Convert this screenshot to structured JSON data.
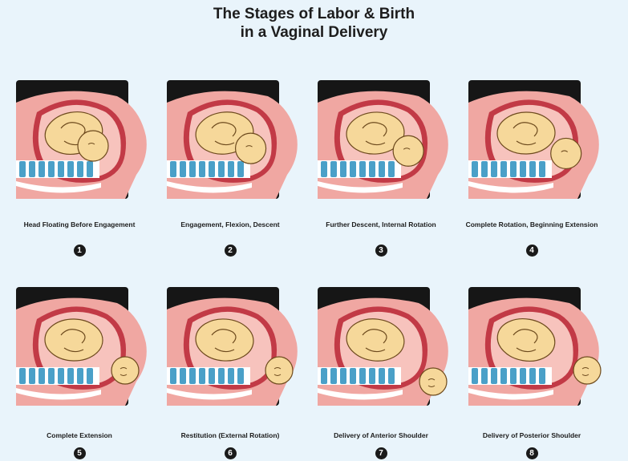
{
  "title": {
    "line1": "The Stages of Labor & Birth",
    "line2": "in a Vaginal Delivery"
  },
  "colors": {
    "background": "#e9f4fb",
    "frame": "#161616",
    "tissue": "#f0a7a2",
    "uterus_wall": "#c23a46",
    "fetus": "#f6d89a",
    "fetus_outline": "#6d4a1d",
    "spine": "#4aa0c8"
  },
  "stages": [
    {
      "number": "1",
      "caption": "Head Floating Before Engagement",
      "icon": "fetus-in-uterus-illustration"
    },
    {
      "number": "2",
      "caption": "Engagement, Flexion, Descent",
      "icon": "fetus-in-uterus-illustration"
    },
    {
      "number": "3",
      "caption": "Further Descent, Internal Rotation",
      "icon": "fetus-in-uterus-illustration"
    },
    {
      "number": "4",
      "caption": "Complete Rotation, Beginning Extension",
      "icon": "fetus-in-uterus-illustration"
    },
    {
      "number": "5",
      "caption": "Complete Extension",
      "icon": "fetus-crowning-illustration"
    },
    {
      "number": "6",
      "caption": "Restitution (External Rotation)",
      "icon": "fetus-head-delivered-illustration"
    },
    {
      "number": "7",
      "caption": "Delivery of Anterior Shoulder",
      "icon": "fetus-shoulder-delivery-illustration"
    },
    {
      "number": "8",
      "caption": "Delivery of Posterior Shoulder",
      "icon": "fetus-shoulder-delivery-illustration"
    }
  ]
}
